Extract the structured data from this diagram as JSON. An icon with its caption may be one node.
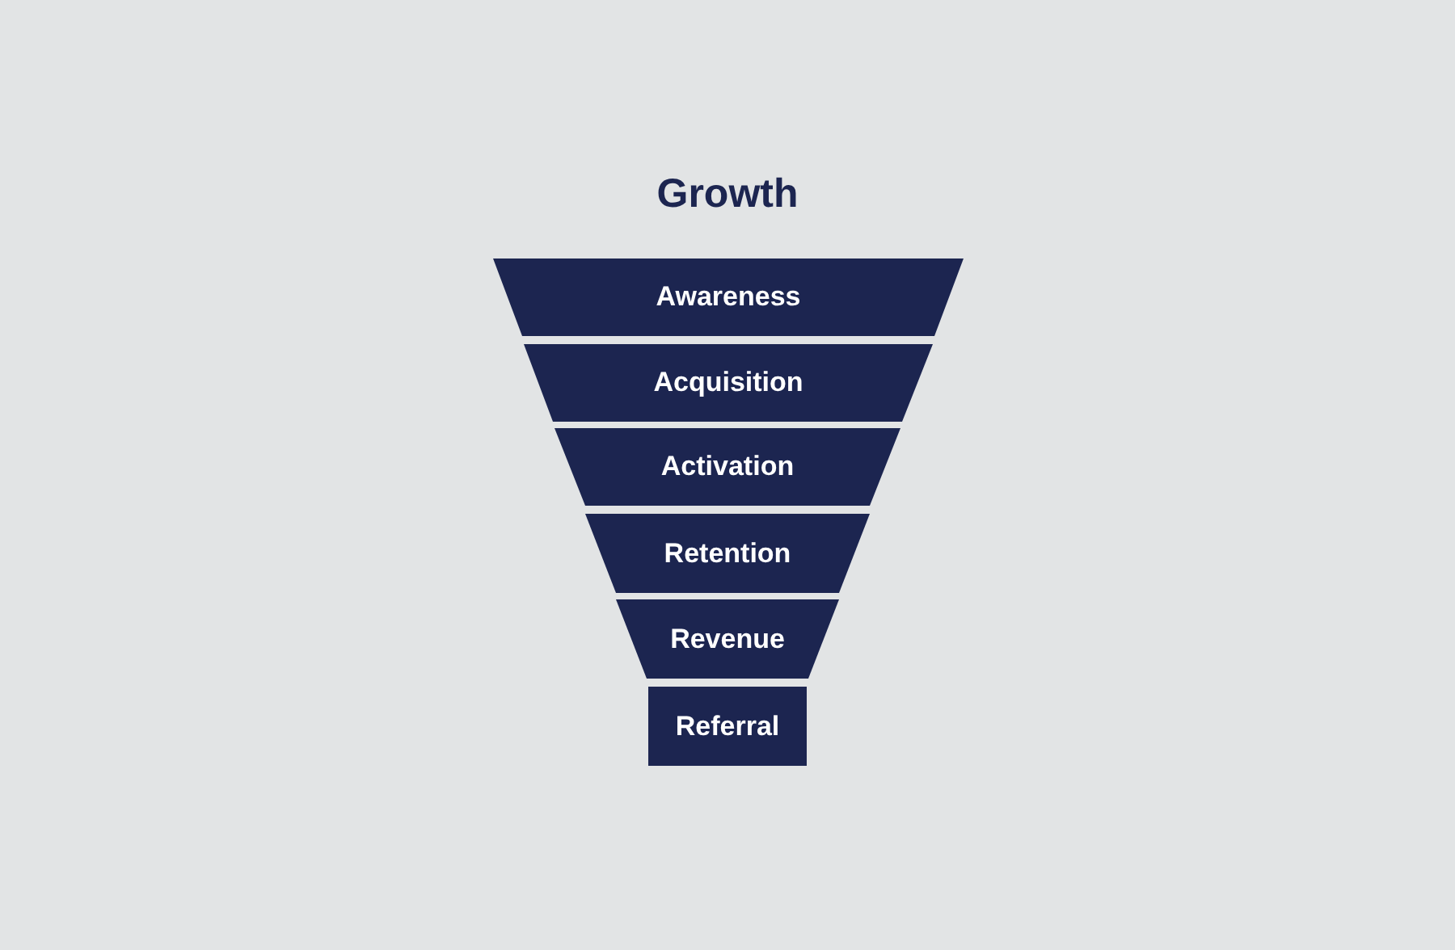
{
  "diagram": {
    "title": "Growth",
    "nodes": [
      {
        "text": [
          "Awareness"
        ]
      },
      {
        "text": [
          "Acquisition"
        ]
      },
      {
        "text": [
          "Activation"
        ]
      },
      {
        "text": [
          "Retention"
        ]
      },
      {
        "text": [
          "Revenue"
        ]
      },
      {
        "text": [
          "Referral"
        ]
      }
    ]
  }
}
